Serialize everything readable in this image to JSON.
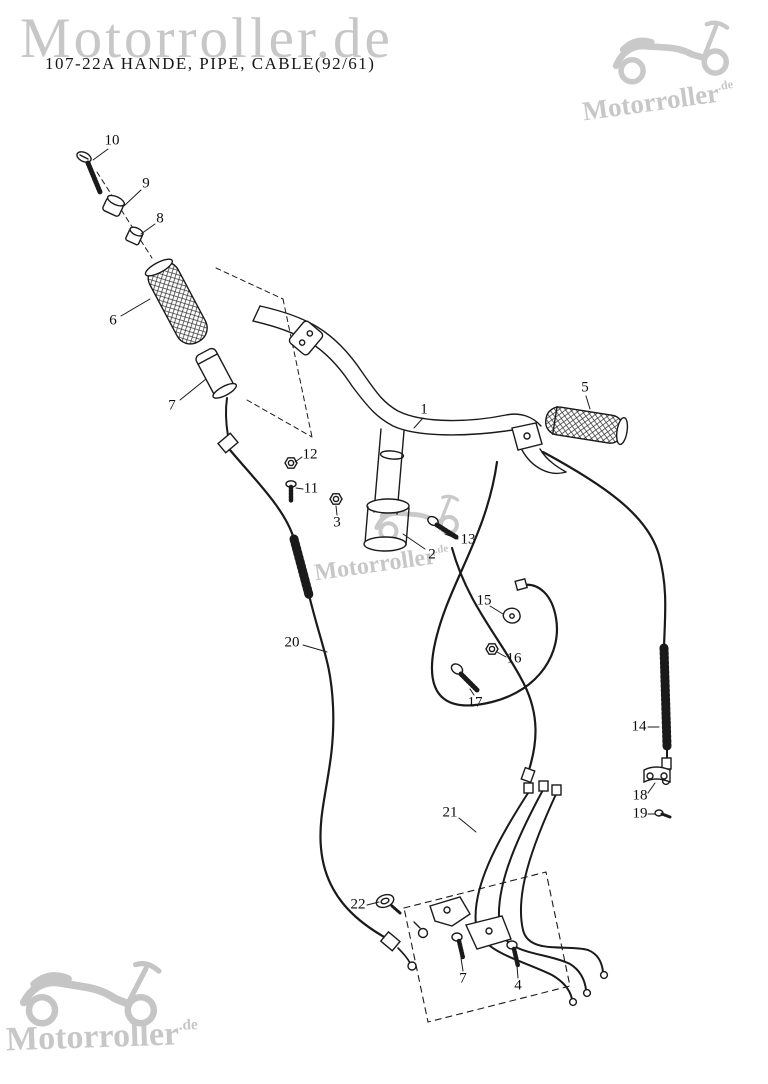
{
  "title": "107-22A HANDE, PIPE, CABLE(92/61)",
  "colors": {
    "watermark": "#c8c8c8",
    "line": "#1a1a1a",
    "background": "#ffffff"
  },
  "watermarks": {
    "top_left": {
      "text": "Motorroller.de"
    },
    "top_right": {
      "text": "Motorroller",
      "suffix": ".de"
    },
    "center": {
      "text": "Motorroller",
      "suffix": ".de"
    },
    "bottom_left": {
      "text": "Motorroller",
      "suffix": ".de"
    }
  },
  "diagram": {
    "part_labels": [
      {
        "text": "10"
      },
      {
        "text": "9"
      },
      {
        "text": "8"
      },
      {
        "text": "6"
      },
      {
        "text": "7"
      },
      {
        "text": "1"
      },
      {
        "text": "5"
      },
      {
        "text": "12"
      },
      {
        "text": "11"
      },
      {
        "text": "3"
      },
      {
        "text": "2"
      },
      {
        "text": "13"
      },
      {
        "text": "15"
      },
      {
        "text": "16"
      },
      {
        "text": "17"
      },
      {
        "text": "20"
      },
      {
        "text": "14"
      },
      {
        "text": "18"
      },
      {
        "text": "19"
      },
      {
        "text": "21"
      },
      {
        "text": "22"
      },
      {
        "text": "7"
      },
      {
        "text": "4"
      }
    ]
  }
}
